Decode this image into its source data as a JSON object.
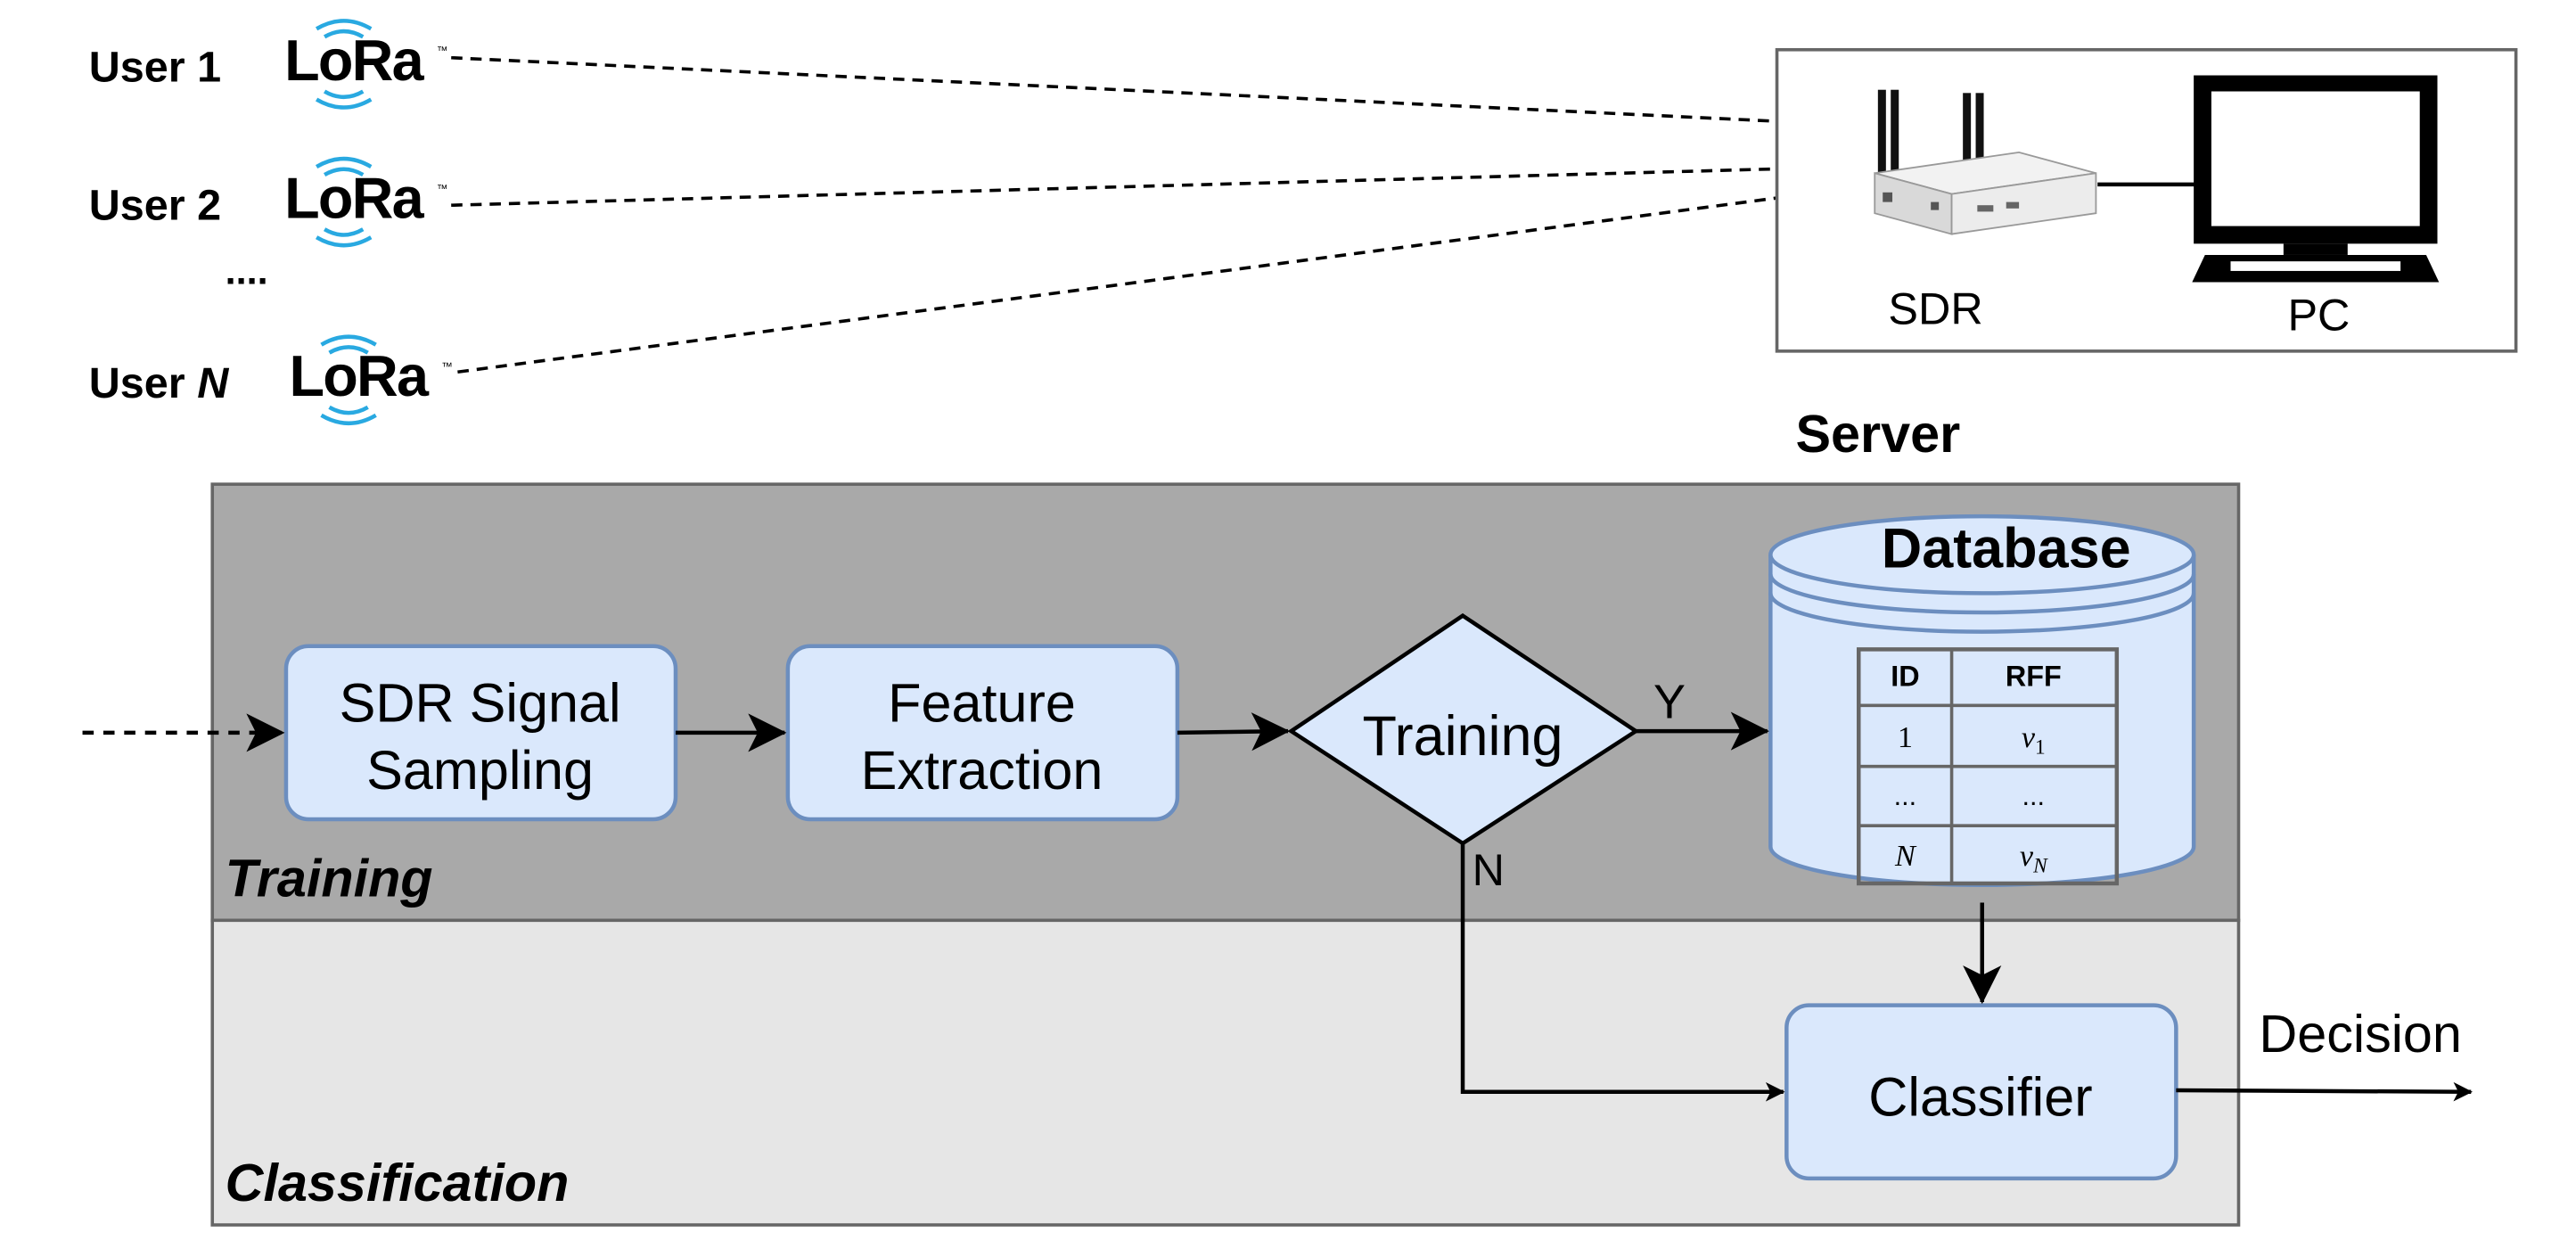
{
  "users": [
    {
      "prefix": "User 1",
      "suffix": "",
      "logo": "LoRa"
    },
    {
      "prefix": "User 2",
      "suffix": "",
      "logo": "LoRa"
    },
    {
      "prefix": "User ",
      "suffix": "N",
      "logo": "LoRa"
    }
  ],
  "users_ellipsis": "....",
  "logo_tm": "™",
  "server": {
    "label": "Server",
    "sdr_label": "SDR",
    "pc_label": "PC"
  },
  "zones": {
    "training": "Training",
    "classification": "Classification"
  },
  "boxes": {
    "sampling": [
      "SDR Signal",
      "Sampling"
    ],
    "feature": [
      "Feature",
      "Extraction"
    ],
    "decision_node": "Training",
    "classifier": "Classifier"
  },
  "branches": {
    "yes": "Y",
    "no": "N"
  },
  "database": {
    "title": "Database",
    "headers": [
      "ID",
      "RFF"
    ],
    "rows": [
      {
        "id": "1",
        "rff_base": "v",
        "rff_sub": "1"
      },
      {
        "id": "...",
        "rff_base": "...",
        "rff_sub": ""
      },
      {
        "id": "N",
        "rff_base": "v",
        "rff_sub": "N"
      }
    ]
  },
  "output_label": "Decision",
  "colors": {
    "box_fill": "#dae8fc",
    "box_stroke": "#6c8ebf",
    "training_zone": "#a9a9a9",
    "classification_zone": "#e6e6e6",
    "zone_border": "#666666",
    "lora_waves": "#29a9e1",
    "line": "#000000"
  }
}
